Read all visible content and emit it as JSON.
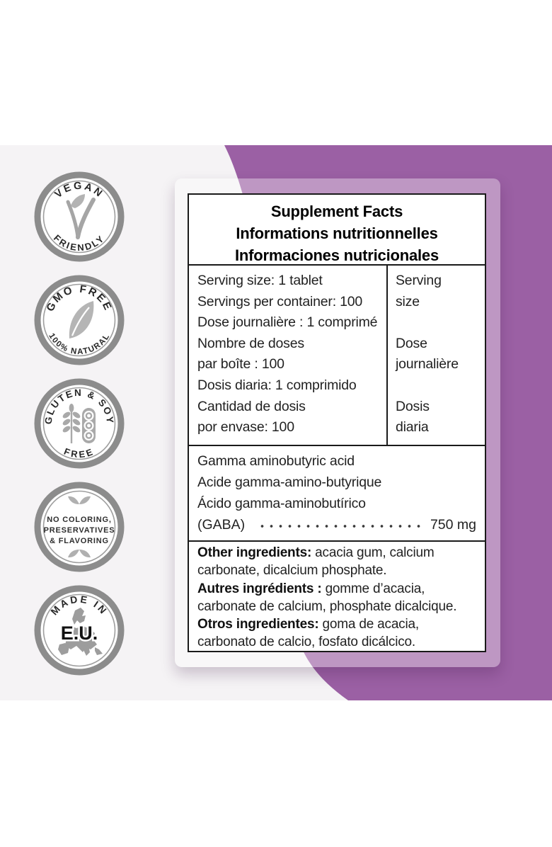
{
  "colors": {
    "page_bg": "#ffffff",
    "band_bg": "#f5f3f5",
    "purple": "#9b60a4",
    "purple_light_overlay": "#b58bbd",
    "panel_border": "#1a1a1a",
    "badge_ring": "#8c8c8c",
    "badge_icon_gray": "#a9a9a9"
  },
  "badges": [
    {
      "name": "vegan-friendly",
      "top_text": "VEGAN",
      "bottom_text": "FRIENDLY",
      "icon": "vegan-sprout-icon"
    },
    {
      "name": "gmo-free",
      "top_text": "GMO FREE",
      "bottom_text": "100% NATURAL",
      "icon": "leaf-icon"
    },
    {
      "name": "gluten-soy-free",
      "top_text": "GLUTEN & SOY",
      "bottom_text": "FREE",
      "icon": "wheat-soy-icon"
    },
    {
      "name": "no-additives",
      "lines": [
        "NO COLORING,",
        "PRESERVATIVES",
        "& FLAVORING"
      ],
      "icon": "double-leaves-icon"
    },
    {
      "name": "made-in-eu",
      "top_text": "MADE IN",
      "center_text": "E.U.",
      "icon": "europe-map-icon"
    }
  ],
  "panel": {
    "header": [
      "Supplement Facts",
      "Informations nutritionnelles",
      "Informaciones nutricionales"
    ],
    "serving": {
      "left_lines": [
        "Serving size: 1 tablet",
        "Servings per container: 100",
        "Dose journalière : 1 comprimé",
        "Nombre de doses",
        "par boîte : 100",
        "Dosis diaria: 1 comprimido",
        "Cantidad de dosis",
        "por envase: 100"
      ],
      "right_groups": [
        [
          "Serving",
          "size"
        ],
        [
          "Dose",
          "journalière"
        ],
        [
          "Dosis",
          "diaria"
        ]
      ]
    },
    "ingredient": {
      "lines": [
        "Gamma aminobutyric acid",
        "Acide gamma-amino-butyrique",
        "Ácido gamma-aminobutírico"
      ],
      "name": "(GABA)",
      "amount": "750 mg"
    },
    "other_ingredients": [
      {
        "bold": "Other ingredients:",
        "rest": " acacia gum, calcium carbonate, dicalcium phosphate."
      },
      {
        "bold": "Autres ingrédients :",
        "rest": " gomme d’acacia, carbonate de calcium, phosphate dicalcique."
      },
      {
        "bold": "Otros ingredientes:",
        "rest": " goma de acacia, carbonato de calcio, fosfato dicálcico."
      }
    ]
  }
}
